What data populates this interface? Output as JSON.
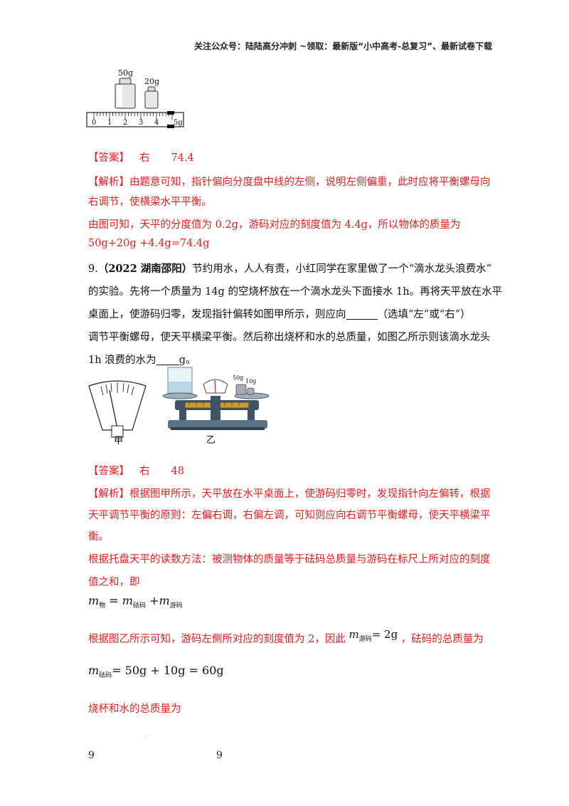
{
  "header": "关注公众号：陆陆高分冲刺 ~领取：最新版“小中高考-总复习”、最新试卷下载",
  "figure1": {
    "weight_large": "50g",
    "weight_small": "20g",
    "scale_ticks": [
      "0",
      "1",
      "2",
      "3",
      "4",
      "5g"
    ]
  },
  "q8": {
    "answer_label": "【答案】",
    "answer_1": "右",
    "answer_2": "74.4",
    "analysis_label": "【解析】",
    "analysis_line1": "由题意可知，指针偏向分度盘中线的左侧，说明左侧偏重，此时应将平衡螺母向",
    "analysis_line2": "右调节，使横梁水平平衡。",
    "analysis_line3": "由图可知，天平的分度值为 0.2g，游码对应的刻度值为 4.4g，所以物体的质量为",
    "analysis_line4": "50g+20g +4.4g=74.4g"
  },
  "q9": {
    "number": "9.",
    "source": "（2022 湖南邵阳）",
    "line1_rest": "节约用水，人人有责，小红同学在家里做了一个“滴水龙头浪费水”",
    "line2": "的实验。先将一个质量为 14g 的空烧杯放在一个滴水龙头下面接水 1h。再将天平放在水平",
    "line3_a": "桌面上，使游码归零，发现指针偏转如图甲所示，则应向",
    "line3_b": "（选填“左”或“右”）",
    "line4": "调节平衡螺母，使天平横梁平衡。然后称出烧杯和水的总质量，如图乙所示则该滴水龙头",
    "line5_a": "1h 浪费的水为",
    "line5_b": "g。",
    "fig_jia": "甲",
    "fig_yi": "乙",
    "fig_weights": [
      "50g",
      "10g"
    ]
  },
  "q9_answer": {
    "answer_label": "【答案】",
    "answer_1": "右",
    "answer_2": "48",
    "analysis_label": "【解析】",
    "line1": "根据图甲所示，天平放在水平桌面上，使游码归零时，发现指针向左偏转，根据",
    "line2": "天平调节平衡的原则：左偏右调，右偏左调，可知则应向右调节平衡螺母，使天平横梁平",
    "line3": "衡。",
    "line4": "根据托盘天平的读数方法：被测物体的质量等于砝码总质量与游码在标尺上所对应的刻度",
    "line5": "值之和，即",
    "formula1": {
      "m": "m",
      "sub_obj": "物",
      "eq": "=",
      "sub_w": "砝码",
      "plus": "+",
      "sub_r": "游码"
    },
    "line6_a": "根据图乙所示可知，游码左侧所对应的刻度值为 2，因此",
    "formula2": {
      "m": "m",
      "sub": "游码",
      "rhs": "= 2g"
    },
    "line6_b": "，砝码的总质量为",
    "formula3": {
      "m": "m",
      "sub": "砝码",
      "rhs": "= 50g + 10g = 60g"
    },
    "line7": "烧杯和水的总质量为"
  },
  "footer": {
    "left": "9",
    "center": "9"
  }
}
